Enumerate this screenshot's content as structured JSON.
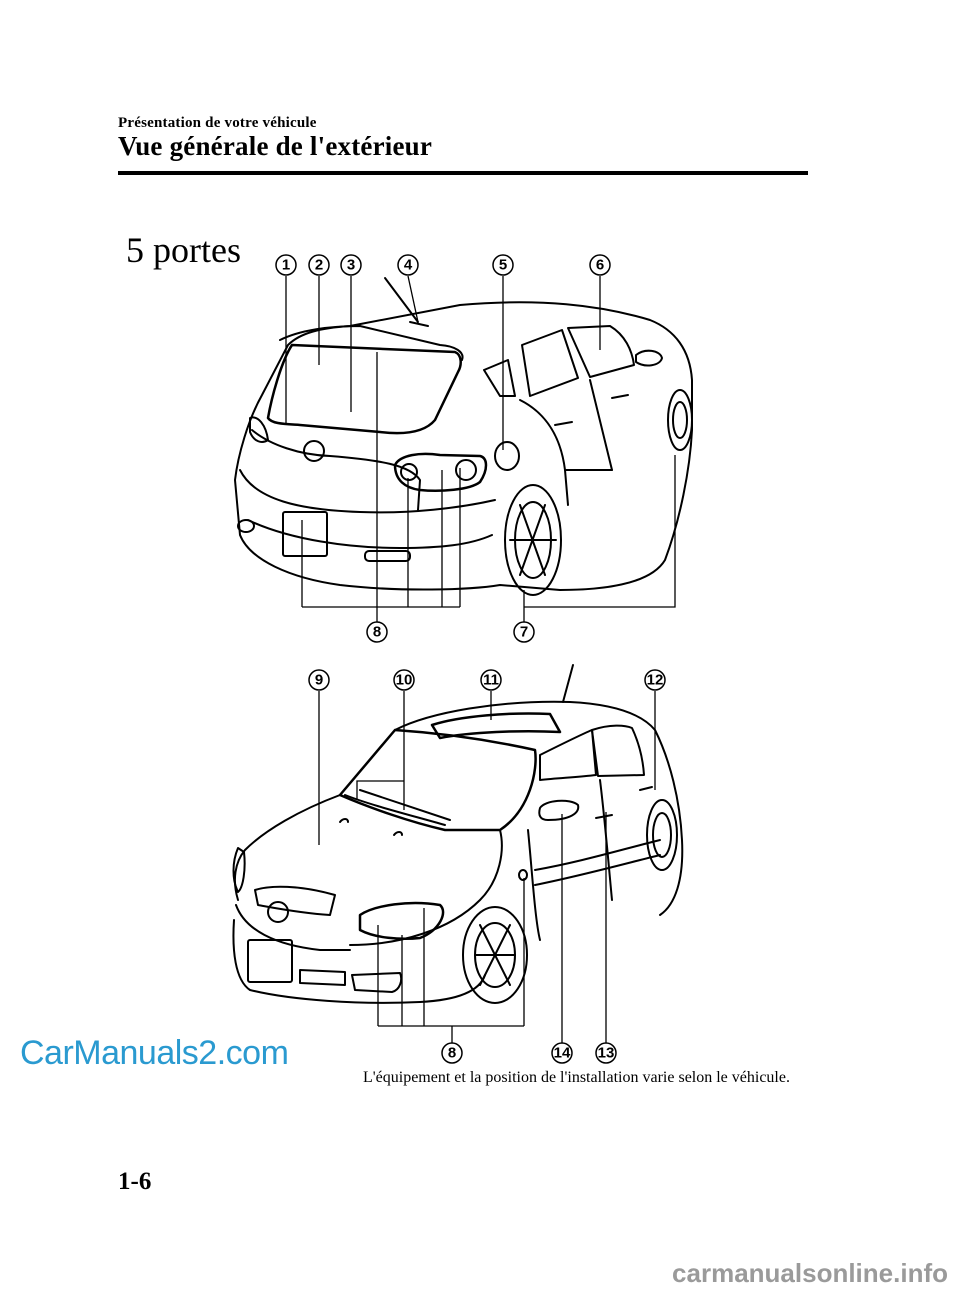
{
  "header": {
    "section": "Présentation de votre véhicule",
    "title": "Vue générale de l'extérieur"
  },
  "variant_label": "5 portes",
  "rear_view": {
    "callouts": [
      "1",
      "2",
      "3",
      "4",
      "5",
      "6",
      "7",
      "8"
    ]
  },
  "front_view": {
    "callouts": [
      "9",
      "10",
      "11",
      "12",
      "8",
      "14",
      "13"
    ]
  },
  "caption": "L'équipement et la position de l'installation varie selon le véhicule.",
  "page_number": "1-6",
  "watermarks": {
    "left": "CarManuals2.com",
    "right": "carmanualsonline.info"
  }
}
